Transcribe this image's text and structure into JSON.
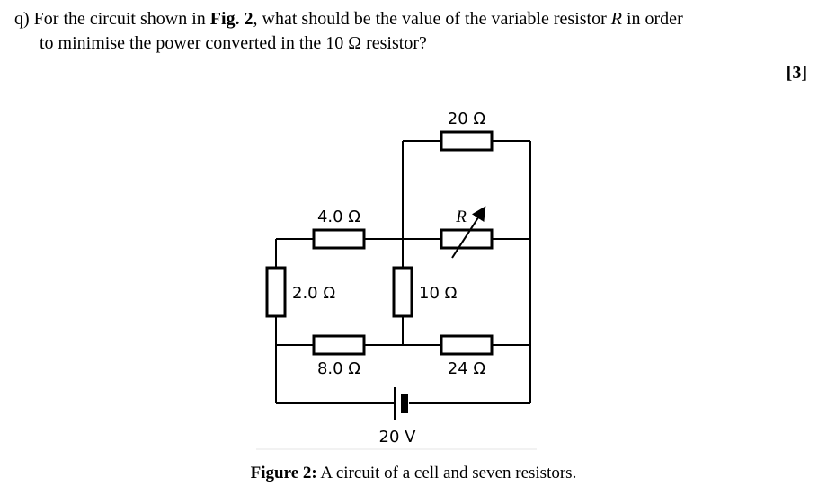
{
  "question": {
    "prefix": "q)  For the circuit shown in ",
    "fig_ref": "Fig. 2",
    "middle": ", what should be the value of the variable resistor ",
    "var": "R",
    "suffix_line1": " in order",
    "line2": "to minimise the power converted in the 10 Ω resistor?",
    "marks": "[3]"
  },
  "circuit": {
    "labels": {
      "r20": "20 Ω",
      "r4": "4.0 Ω",
      "rvar": "R",
      "r2": "2.0 Ω",
      "r10": "10 Ω",
      "r8": "8.0 Ω",
      "r24": "24 Ω",
      "cell": "20 V"
    }
  },
  "caption": {
    "bold": "Figure 2:",
    "text": " A circuit of a cell and seven resistors."
  }
}
